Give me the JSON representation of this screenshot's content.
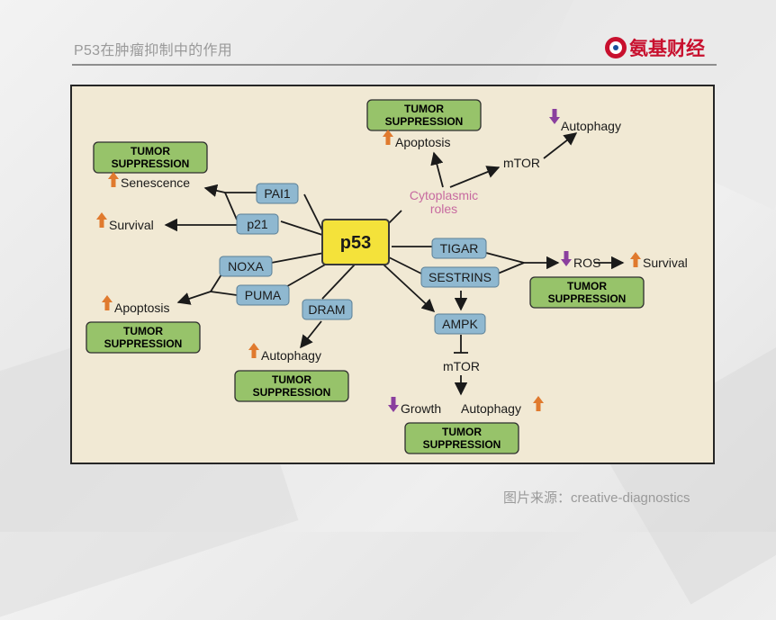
{
  "header": {
    "title": "P53在肿瘤抑制中的作用",
    "logo_text": "氨基财经"
  },
  "diagram": {
    "center": "p53",
    "tumor_suppression_line1": "TUMOR",
    "tumor_suppression_line2": "SUPPRESSION",
    "cytoplasmic_line1": "Cytoplasmic",
    "cytoplasmic_line2": "roles",
    "nodes": {
      "pai1": "PAI1",
      "p21": "p21",
      "noxa": "NOXA",
      "puma": "PUMA",
      "dram": "DRAM",
      "tigar": "TIGAR",
      "sestrins": "SESTRINS",
      "ampk": "AMPK"
    },
    "labels": {
      "senescence": "Senescence",
      "survival_left": "Survival",
      "apoptosis_left": "Apoptosis",
      "autophagy_dram": "Autophagy",
      "apoptosis_top": "Apoptosis",
      "mtor_top": "mTOR",
      "autophagy_top": "Autophagy",
      "ros": "ROS",
      "survival_right": "Survival",
      "mtor_bottom": "mTOR",
      "growth": "Growth",
      "autophagy_bottom": "Autophagy"
    }
  },
  "colors": {
    "up_arrow": "#e07a2e",
    "down_arrow": "#8a3f9e",
    "tumor_box_fill": "#97c36a",
    "node_fill": "#8fb8d0",
    "p53_fill": "#f4e23a",
    "cytoplasmic_text": "#c76aa0"
  },
  "caption": "图片来源：creative-diagnostics"
}
